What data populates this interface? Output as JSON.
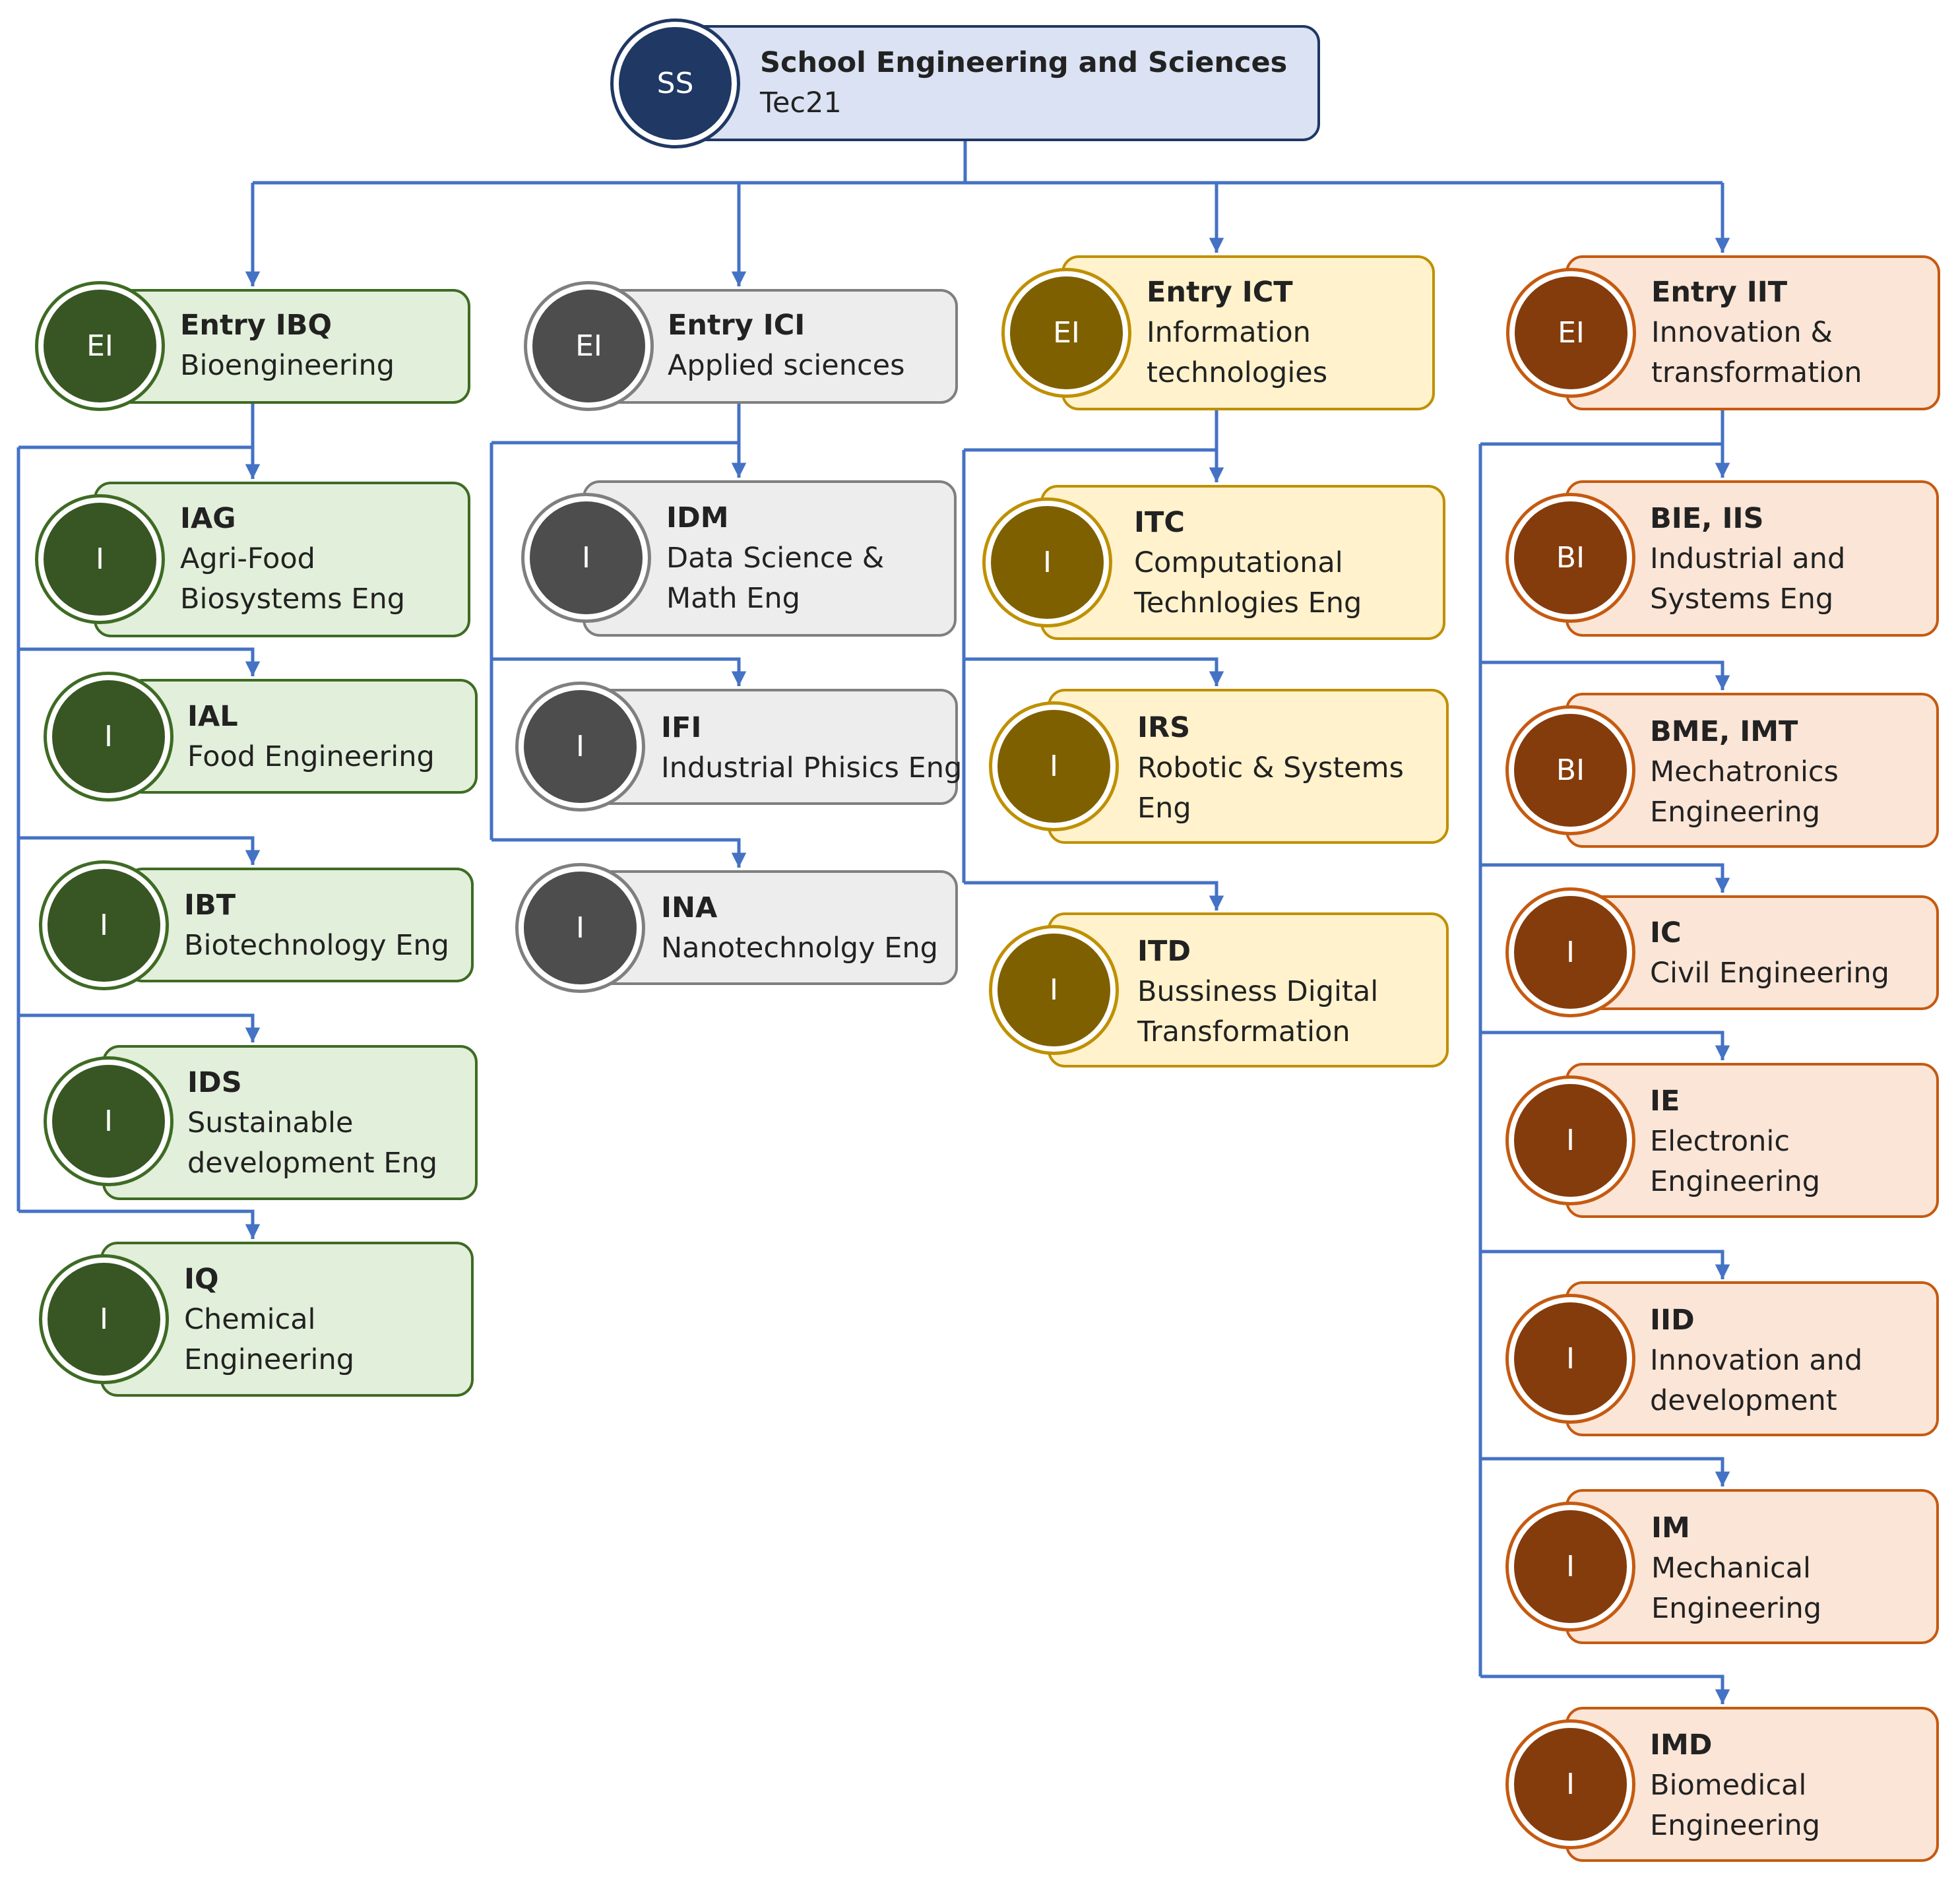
{
  "colors": {
    "connector": "#4472C4",
    "navy": {
      "fill": "#DAE2F3",
      "border": "#1F3864",
      "disc": "#1F3864"
    },
    "green": {
      "fill": "#E2EFDA",
      "border": "#3E6B24",
      "disc": "#375623"
    },
    "gray": {
      "fill": "#EDEDED",
      "border": "#7F7F7F",
      "disc": "#4D4D4D"
    },
    "gold": {
      "fill": "#FFF2CC",
      "border": "#BF9000",
      "disc": "#7F6000"
    },
    "orange": {
      "fill": "#FBE5D6",
      "border": "#C55A11",
      "disc": "#843C0C"
    }
  },
  "root": {
    "badge": "SS",
    "code": "School Engineering and Sciences",
    "lines": [
      "Tec21"
    ]
  },
  "branches": [
    {
      "theme": "green",
      "entry": {
        "badge": "EI",
        "code": "Entry IBQ",
        "lines": [
          "Bioengineering"
        ]
      },
      "programs": [
        {
          "badge": "I",
          "code": "IAG",
          "lines": [
            "Agri-Food",
            "Biosystems Eng"
          ]
        },
        {
          "badge": "I",
          "code": "IAL",
          "lines": [
            "Food Engineering"
          ]
        },
        {
          "badge": "I",
          "code": "IBT",
          "lines": [
            "Biotechnology Eng"
          ]
        },
        {
          "badge": "I",
          "code": "IDS",
          "lines": [
            "Sustainable",
            "development Eng"
          ]
        },
        {
          "badge": "I",
          "code": "IQ",
          "lines": [
            "Chemical",
            "Engineering"
          ]
        }
      ]
    },
    {
      "theme": "gray",
      "entry": {
        "badge": "EI",
        "code": "Entry ICI",
        "lines": [
          "Applied sciences"
        ]
      },
      "programs": [
        {
          "badge": "I",
          "code": "IDM",
          "lines": [
            "Data Science &",
            "Math Eng"
          ]
        },
        {
          "badge": "I",
          "code": "IFI",
          "lines": [
            "Industrial Phisics Eng"
          ]
        },
        {
          "badge": "I",
          "code": "INA",
          "lines": [
            "Nanotechnolgy Eng"
          ]
        }
      ]
    },
    {
      "theme": "gold",
      "entry": {
        "badge": "EI",
        "code": "Entry ICT",
        "lines": [
          "Information",
          "technologies"
        ]
      },
      "programs": [
        {
          "badge": "I",
          "code": "ITC",
          "lines": [
            "Computational",
            "Technlogies Eng"
          ]
        },
        {
          "badge": "I",
          "code": "IRS",
          "lines": [
            "Robotic & Systems",
            "Eng"
          ]
        },
        {
          "badge": "I",
          "code": "ITD",
          "lines": [
            "Bussiness Digital",
            "Transformation"
          ]
        }
      ]
    },
    {
      "theme": "orange",
      "entry": {
        "badge": "EI",
        "code": "Entry IIT",
        "lines": [
          "Innovation &",
          "transformation"
        ]
      },
      "programs": [
        {
          "badge": "BI",
          "code": "BIE, IIS",
          "lines": [
            "Industrial and",
            "Systems Eng"
          ]
        },
        {
          "badge": "BI",
          "code": "BME, IMT",
          "lines": [
            "Mechatronics",
            "Engineering"
          ]
        },
        {
          "badge": "I",
          "code": "IC",
          "lines": [
            "Civil Engineering"
          ]
        },
        {
          "badge": "I",
          "code": "IE",
          "lines": [
            "Electronic",
            "Engineering"
          ]
        },
        {
          "badge": "I",
          "code": "IID",
          "lines": [
            "Innovation and",
            "development"
          ]
        },
        {
          "badge": "I",
          "code": "IM",
          "lines": [
            "Mechanical",
            "Engineering"
          ]
        },
        {
          "badge": "I",
          "code": "IMD",
          "lines": [
            "Biomedical",
            "Engineering"
          ]
        }
      ]
    }
  ]
}
